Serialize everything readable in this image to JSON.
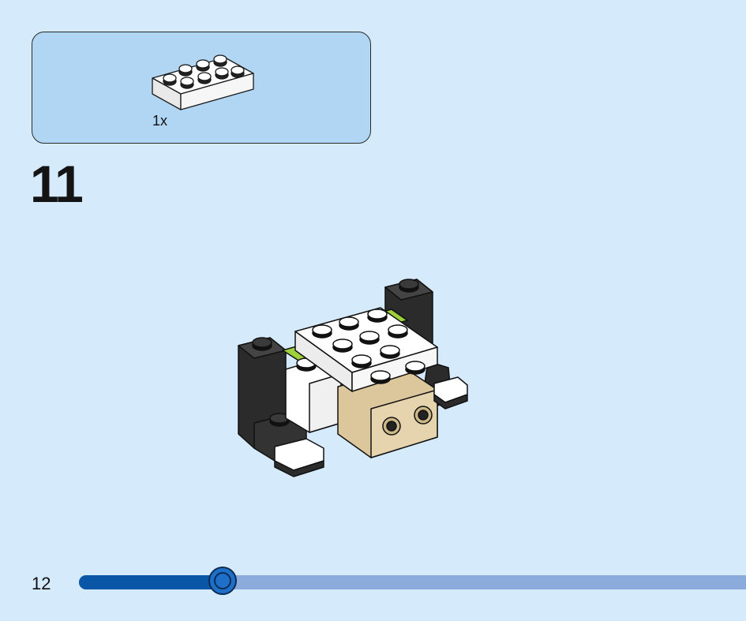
{
  "parts": {
    "items": [
      {
        "icon": "white-2x4-plate-icon",
        "quantity": "1x"
      }
    ]
  },
  "step": {
    "number": "11"
  },
  "model": {
    "icon": "dog-model-assembly-icon"
  },
  "footer": {
    "page_number": "12",
    "progress": 0.215
  },
  "colors": {
    "background": "#d5ebfb",
    "parts_box": "#b1d6f3",
    "progress_fill": "#0a56a6",
    "progress_track": "#8aabdc",
    "brick_white": "#ffffff",
    "brick_black": "#2b2b2b",
    "brick_tan": "#dcc79c",
    "brick_lime": "#9dd03a"
  }
}
